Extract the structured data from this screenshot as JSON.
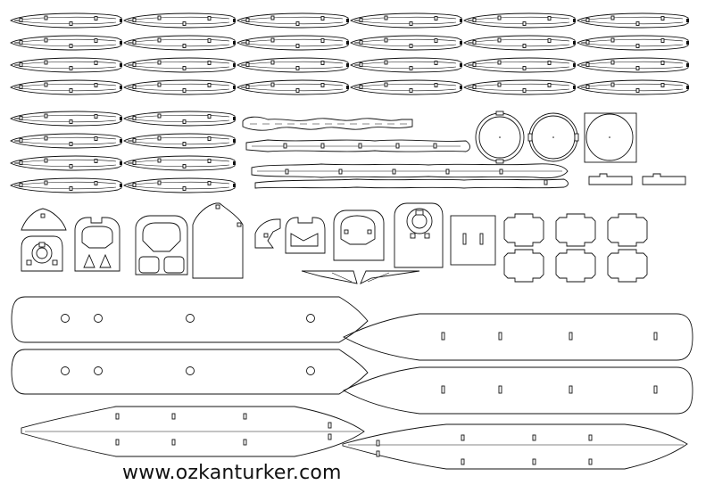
{
  "website": "www.ozkanturker.com",
  "colors": {
    "line": "#111111",
    "paper": "#ffffff"
  },
  "parts": {
    "rib_rows": 4,
    "rib_columns": 6,
    "small_rib_rows": 4,
    "small_rib_columns": 2,
    "bracket_rows": 2,
    "bracket_columns": 3
  }
}
